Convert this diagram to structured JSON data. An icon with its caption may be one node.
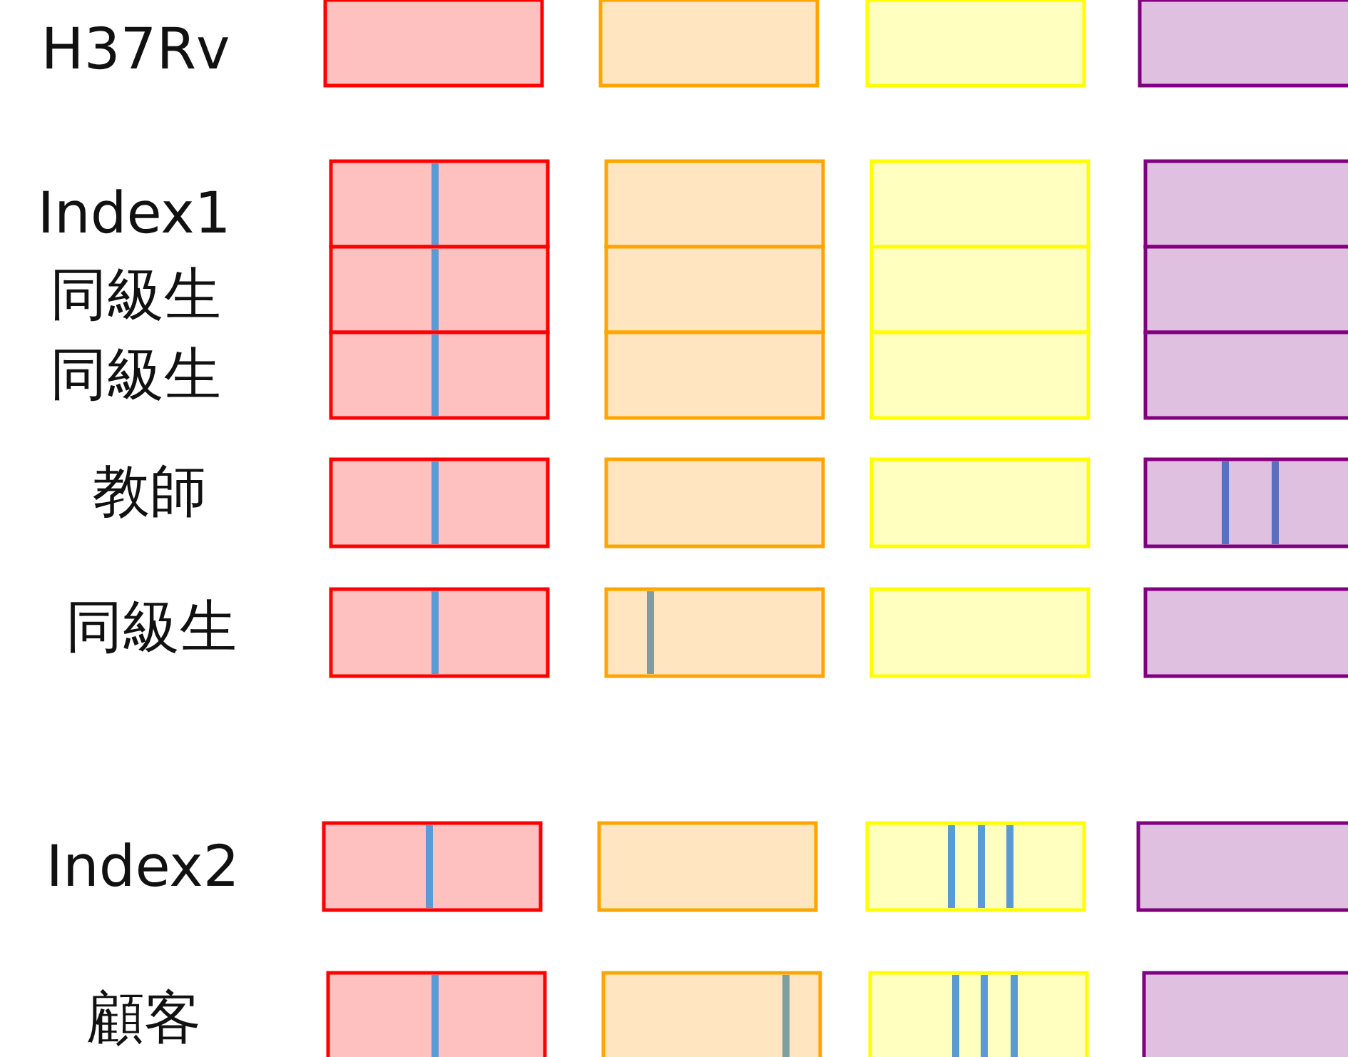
{
  "diagram": {
    "labels": [
      "H37Rv",
      "Index1",
      "同級生",
      "同級生",
      "教師",
      "同級生",
      "Index2",
      "顧客"
    ]
  }
}
